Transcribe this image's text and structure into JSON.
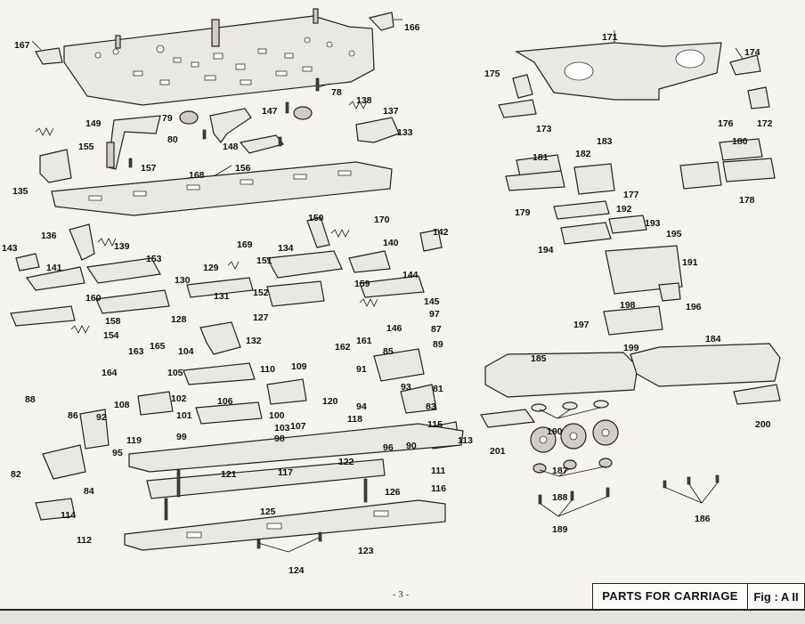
{
  "footer": {
    "title": "PARTS FOR CARRIAGE",
    "figure": "Fig : A II",
    "page": "- 3 -"
  },
  "labels": [
    "166",
    "167",
    "171",
    "174",
    "175",
    "172",
    "176",
    "173",
    "183",
    "78",
    "138",
    "137",
    "133",
    "149",
    "79",
    "147",
    "155",
    "157",
    "80",
    "148",
    "156",
    "135",
    "168",
    "150",
    "170",
    "136",
    "139",
    "169",
    "134",
    "142",
    "143",
    "153",
    "151",
    "140",
    "144",
    "141",
    "129",
    "130",
    "131",
    "145",
    "159",
    "160",
    "152",
    "128",
    "127",
    "158",
    "146",
    "97",
    "87",
    "89",
    "154",
    "165",
    "162",
    "161",
    "132",
    "163",
    "164",
    "104",
    "85",
    "105",
    "110",
    "109",
    "91",
    "93",
    "81",
    "88",
    "86",
    "102",
    "106",
    "120",
    "94",
    "83",
    "115",
    "118",
    "92",
    "108",
    "101",
    "100",
    "103",
    "107",
    "96",
    "90",
    "113",
    "99",
    "98",
    "95",
    "119",
    "121",
    "117",
    "122",
    "111",
    "116",
    "82",
    "84",
    "114",
    "112",
    "126",
    "125",
    "123",
    "124",
    "181",
    "182",
    "177",
    "179",
    "180",
    "178",
    "192",
    "193",
    "195",
    "194",
    "191",
    "196",
    "198",
    "197",
    "199",
    "185",
    "184",
    "190",
    "200",
    "201",
    "187",
    "188",
    "189",
    "186"
  ]
}
